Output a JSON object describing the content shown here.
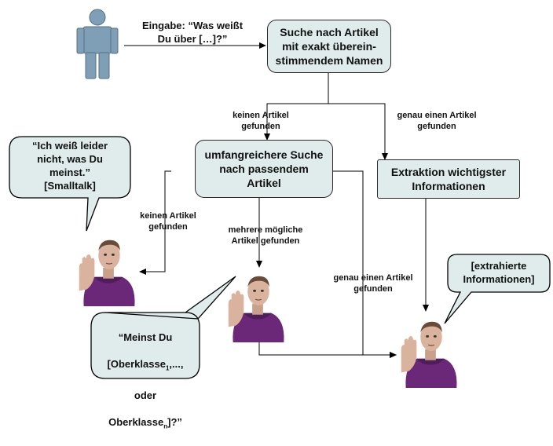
{
  "input_label": "Eingabe: “Was weißt\nDu über […]?”",
  "boxes": {
    "exact_search": "Suche nach Artikel\nmit exakt überein-\nstimmendem Namen",
    "broad_search": "umfangreichere Suche\nnach passendem\nArtikel",
    "extraction": "Extraktion wichtigster\nInformationen"
  },
  "edges": {
    "no_article_1": "keinen Artikel\ngefunden",
    "one_article_1": "genau einen Artikel\ngefunden",
    "no_article_2": "keinen Artikel\ngefunden",
    "multiple_articles": "mehrere mögliche\nArtikel gefunden",
    "one_article_2": "genau einen Artikel\ngefunden"
  },
  "bubbles": {
    "smalltalk": "“Ich weiß leider\nnicht, was Du\nmeinst.”\n[Smalltalk]",
    "extracted": "[extrahierte\nInformationen]",
    "meinst_line1": "“Meinst Du",
    "meinst_line2a": "[Oberklasse",
    "meinst_sub1": "1",
    "meinst_line2b": ",...,",
    "meinst_line3": "oder",
    "meinst_line4a": "Oberklasse",
    "meinst_subn": "n",
    "meinst_line4b": "]?”"
  },
  "icons": {
    "user": "person-icon",
    "avatar": "avatar-figure"
  },
  "colors": {
    "node_fill": "#dfeceb",
    "user_figure": "#7e9fb6",
    "avatar_shirt": "#6b2878",
    "line": "#000000"
  }
}
